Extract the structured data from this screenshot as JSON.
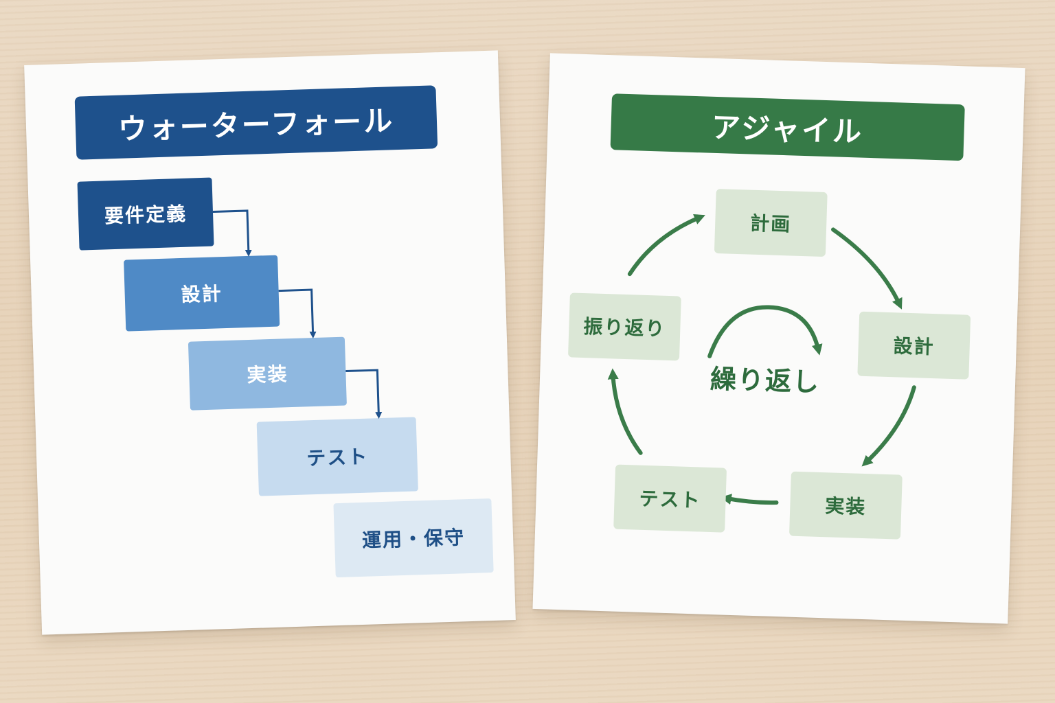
{
  "waterfall": {
    "title": "ウォーターフォール",
    "steps": [
      {
        "label": "要件定義",
        "bg": "#1e518c",
        "fg": "#ffffff"
      },
      {
        "label": "設計",
        "bg": "#4f8ac6",
        "fg": "#ffffff"
      },
      {
        "label": "実装",
        "bg": "#8fb8e0",
        "fg": "#ffffff"
      },
      {
        "label": "テスト",
        "bg": "#c6dbef",
        "fg": "#1e4f86"
      },
      {
        "label": "運用・保守",
        "bg": "#dde9f3",
        "fg": "#1e4f86"
      }
    ],
    "colors": {
      "primary": "#1e518c",
      "arrow": "#1e518c"
    }
  },
  "agile": {
    "title": "アジャイル",
    "steps": [
      "計画",
      "設計",
      "実装",
      "テスト",
      "振り返り"
    ],
    "center_label": "繰り返し",
    "colors": {
      "primary": "#367a47",
      "box": "#dbe7d6",
      "text": "#2d6b3c",
      "arrow": "#3a7c49"
    }
  }
}
